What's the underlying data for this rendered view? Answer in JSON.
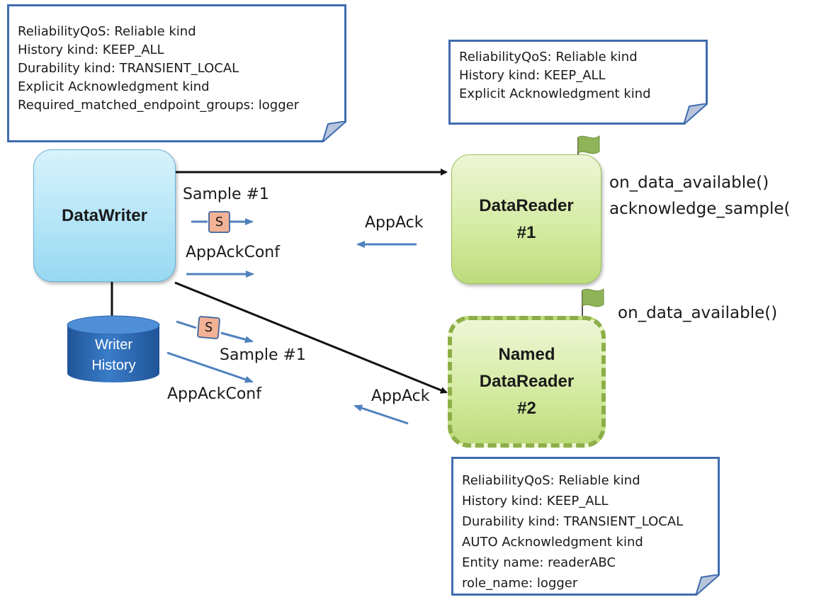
{
  "writer_note": {
    "lines": [
      "ReliabilityQoS: Reliable kind",
      "History kind: KEEP_ALL",
      "Durability kind: TRANSIENT_LOCAL",
      "Explicit Acknowledgment kind",
      "Required_matched_endpoint_groups: logger"
    ]
  },
  "reader1_note": {
    "lines": [
      "ReliabilityQoS: Reliable kind",
      "History kind: KEEP_ALL",
      "Explicit Acknowledgment kind"
    ]
  },
  "reader2_note": {
    "lines": [
      "ReliabilityQoS: Reliable kind",
      "History kind: KEEP_ALL",
      "Durability kind: TRANSIENT_LOCAL",
      "AUTO Acknowledgment kind",
      "Entity name: readerABC",
      "role_name: logger"
    ]
  },
  "writer": {
    "label": "DataWriter"
  },
  "writer_history": {
    "line1": "Writer",
    "line2": "History"
  },
  "reader1": {
    "line1": "DataReader",
    "line2": "#1"
  },
  "reader2": {
    "line1": "Named",
    "line2": "DataReader",
    "line3": "#2"
  },
  "flow_top": {
    "sample_label": "Sample #1",
    "sample_glyph": "S",
    "appack_label": "AppAck",
    "appackconf_label": "AppAckConf"
  },
  "flow_bottom": {
    "sample_label": "Sample #1",
    "sample_glyph": "S",
    "appack_label": "AppAck",
    "appackconf_label": "AppAckConf"
  },
  "reader1_callbacks": [
    "on_data_available()",
    "acknowledge_sample("
  ],
  "reader2_callbacks": [
    "on_data_available()"
  ],
  "colors": {
    "note_border": "#3f6cae",
    "arrow_blue": "#4f81bd",
    "writer_fill": "#b4e5f7",
    "reader_fill": "#d3ea9f",
    "flag_green": "#8fb357",
    "history_fill": "#2e6bb2",
    "sample_fill": "#f3b295"
  }
}
